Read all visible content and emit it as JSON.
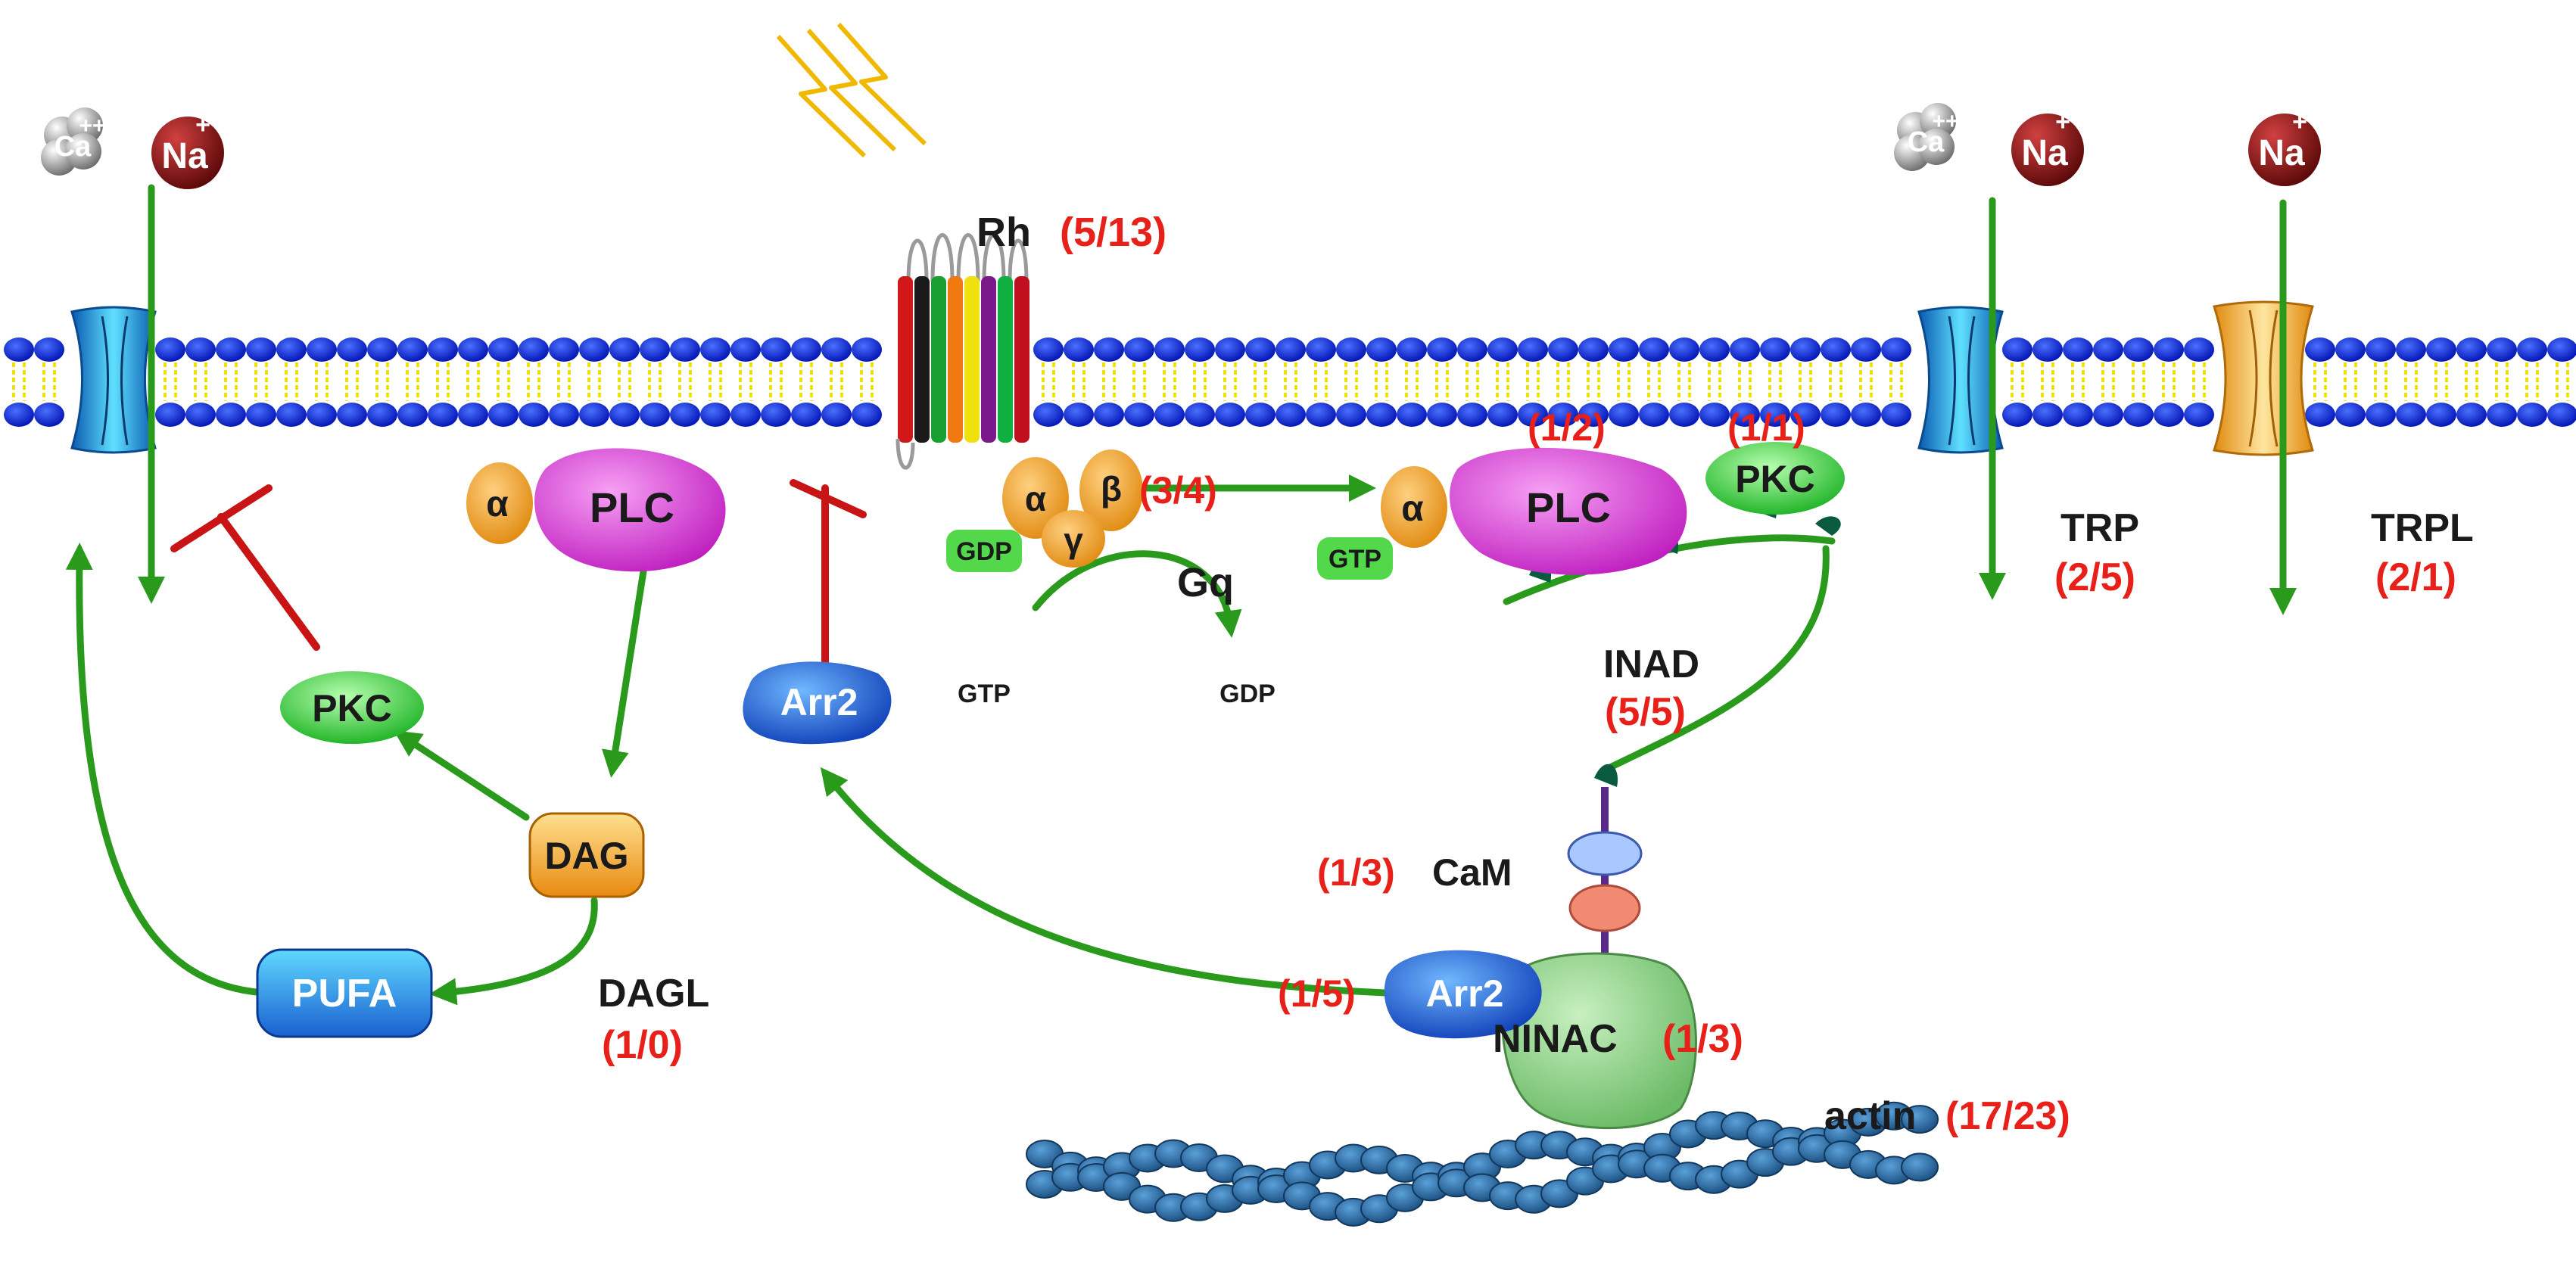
{
  "ions": {
    "ca": "Ca",
    "ca_charge": "++",
    "na": "Na",
    "na_charge": "+"
  },
  "molecules": {
    "plc": "PLC",
    "alpha": "α",
    "beta": "β",
    "gamma": "γ",
    "pkc": "PKC",
    "dag": "DAG",
    "pufa": "PUFA",
    "arr2": "Arr2",
    "gdp_badge": "GDP",
    "gtp_badge": "GTP",
    "gtp": "GTP",
    "gdp": "GDP"
  },
  "labels": {
    "rh": "Rh",
    "rh_count": "(5/13)",
    "gq": "Gq",
    "gq_count": "(3/4)",
    "plc_count": "(1/2)",
    "pkc_count": "(1/1)",
    "trp": "TRP",
    "trp_count": "(2/5)",
    "trpl": "TRPL",
    "trpl_count": "(2/1)",
    "inad": "INAD",
    "inad_count": "(5/5)",
    "dagl": "DAGL",
    "dagl_count": "(1/0)",
    "cam": "CaM",
    "cam_count": "(1/3)",
    "arr2_count": "(1/5)",
    "ninac": "NINAC",
    "ninac_count": "(1/3)",
    "actin": "actin",
    "actin_count": "(17/23)"
  },
  "colors": {
    "membrane_head": "#0a1fd8",
    "membrane_tail": "#f2e200",
    "activation_arrow": "#2a9a1c",
    "inhibition": "#c81414",
    "count_text": "#e8201a",
    "plc": "#e23fe0",
    "alpha_subunit": "#f0a020",
    "pkc": "#2ed23a",
    "dag": "#f0a020",
    "pufa": "#1a90e8",
    "arr2": "#1a6ae0",
    "trp_channel": "#1aa0e0",
    "trpl_channel": "#f0a020",
    "ninac": "#8ed08a",
    "actin": "#2a6ea8",
    "ion_na": "#8a1010",
    "ion_ca": "#9a9a9a"
  }
}
